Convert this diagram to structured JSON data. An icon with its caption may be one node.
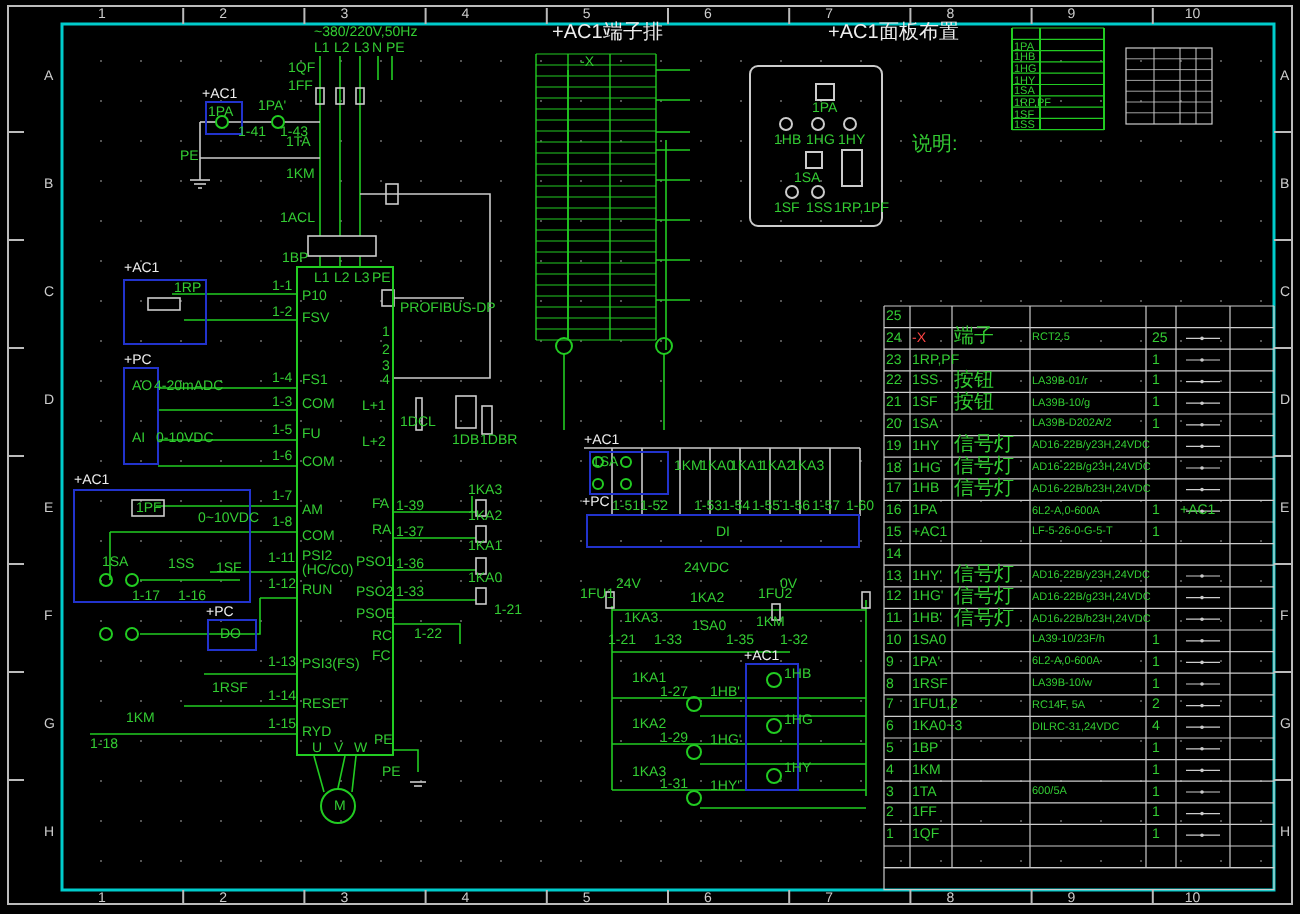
{
  "diagram": {
    "nodes": [
      {
        "text": [
          "1BP",
          "L1",
          "L2",
          "L3",
          "PE",
          "P10",
          "FSV",
          "FS1",
          "COM",
          "FU",
          "COM",
          "AM",
          "COM",
          "PSI2 (HC/C0)",
          "RUN",
          "PSI3(FS)",
          "RESET",
          "RYD",
          "U",
          "V",
          "W",
          "PE",
          "1",
          "2",
          "3",
          "4",
          "L+1",
          "L+2",
          "FA",
          "RA",
          "PSO1",
          "PSO2",
          "PSOE",
          "RC",
          "FC"
        ]
      },
      {
        "text": [
          "M"
        ]
      },
      {
        "text": [
          "DI"
        ]
      }
    ],
    "edges": [
      {
        "from": 0,
        "to": 1,
        "arrow": "none"
      }
    ],
    "labels": [
      "~380/220V,50Hz",
      "L1",
      "L2",
      "L3",
      "N",
      "PE",
      "1QF",
      "1FF",
      "+AC1",
      "1PA",
      "1PA'",
      "1-41",
      "1-43",
      "1TA",
      "PE",
      "1KM",
      "1ACL",
      "PROFIBUS-DP",
      "1DCL",
      "1DB",
      "1DBR",
      "1-1",
      "1-2",
      "1-4",
      "1-3",
      "1-5",
      "1-6",
      "1-7",
      "1-8",
      "1-11",
      "1-12",
      "1-13",
      "1-14",
      "1-15",
      "+AC1",
      "1RP",
      "+PC",
      "AO",
      "4-20mADC",
      "AI",
      "0-10VDC",
      "+AC1",
      "1PF",
      "0~10VDC",
      "1SA",
      "1SS",
      "1SF",
      "1-17",
      "1-16",
      "+PC",
      "DO",
      "1RSF",
      "1KM",
      "1-18",
      "PE",
      "1-39",
      "1-37",
      "1-36",
      "1-33",
      "1-22",
      "1KA3",
      "1KA2",
      "1KA1",
      "1KA0",
      "1-21",
      "+AC1端子排",
      "-X",
      "+AC1面板布置",
      "1PA",
      "1HB",
      "1HG",
      "1HY",
      "1SA",
      "1SF",
      "1SS",
      "1RP,1PF",
      "+AC1",
      "1SA",
      "1KM",
      "1KA0",
      "1KA1",
      "1KA2",
      "1KA3",
      "+PC",
      "1-51",
      "1-52",
      "1-53",
      "1-54",
      "1-55",
      "1-56",
      "1-57",
      "1-60",
      "24VDC",
      "24V",
      "0V",
      "1FU1",
      "1KA2",
      "1FU2",
      "1KA3",
      "1SA0",
      "1KM",
      "1-21",
      "1-33",
      "1-35",
      "1-32",
      "+AC1",
      "1HB",
      "1HB'",
      "1HG",
      "1HG'",
      "1HY",
      "1HY'",
      "1KA1",
      "1-27",
      "1KA2",
      "1-29",
      "1KA3",
      "1-31",
      "1PA",
      "1HB",
      "1HG",
      "1HY",
      "1SA",
      "1RP,PF",
      "1SF",
      "1SS",
      "说明:",
      "25",
      "24",
      "-X",
      "端子",
      "RCT2.5",
      "25",
      "23",
      "1RP,PF",
      "1",
      "22",
      "1SS",
      "按钮",
      "LA39B-01/r",
      "1",
      "21",
      "1SF",
      "按钮",
      "LA39B-10/g",
      "1",
      "20",
      "1SA",
      "LA39B-D202A/2",
      "1",
      "19",
      "1HY",
      "信号灯",
      "AD16-22B/y23H,24VDC",
      "18",
      "1HG",
      "信号灯",
      "AD16-22B/g23H,24VDC",
      "17",
      "1HB",
      "信号灯",
      "AD16-22B/b23H,24VDC",
      "16",
      "1PA",
      "6L2-A,0-600A",
      "1",
      "+AC1",
      "15",
      "+AC1",
      "LF-5-26-0-G-5-T",
      "1",
      "14",
      "13",
      "1HY'",
      "信号灯",
      "AD16-22B/y23H,24VDC",
      "12",
      "1HG'",
      "信号灯",
      "AD16-22B/g23H,24VDC",
      "11",
      "1HB'",
      "信号灯",
      "AD16-22B/b23H,24VDC",
      "10",
      "1SA0",
      "LA39-10/23F/h",
      "1",
      "9",
      "1PA'",
      "6L2-A,0-600A",
      "1",
      "8",
      "1RSF",
      "LA39B-10/w",
      "1",
      "7",
      "1FU1,2",
      "RC14F, 5A",
      "2",
      "6",
      "1KA0~3",
      "DILRC-31,24VDC",
      "4",
      "5",
      "1BP",
      "1",
      "4",
      "1KM",
      "1",
      "3",
      "1TA",
      "600/5A",
      "1",
      "2",
      "1FF",
      "1",
      "1",
      "1QF",
      "1",
      "1",
      "2",
      "3",
      "4",
      "5",
      "6",
      "7",
      "8",
      "9",
      "10",
      "A",
      "B",
      "C",
      "D",
      "E",
      "F",
      "G",
      "H",
      "A",
      "B",
      "C",
      "D",
      "E",
      "F",
      "G",
      "H",
      "1",
      "2",
      "3",
      "4",
      "5",
      "6",
      "7",
      "8",
      "9",
      "10"
    ]
  }
}
